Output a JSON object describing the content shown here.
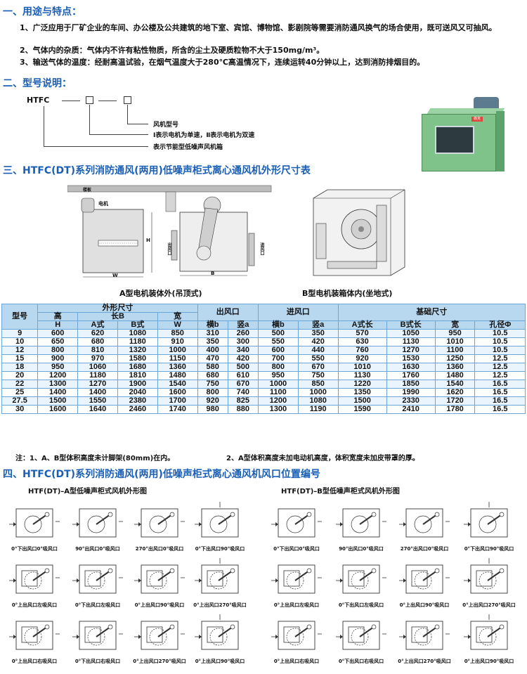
{
  "section1": {
    "title": "一、用途与特点：",
    "p1": "1、广泛应用于厂矿企业的车间、办公楼及公共建筑的地下室、宾馆、博物馆、影剧院等需要消防通风换气的场合使用，既可送风又可抽风。",
    "p2": "2、气体内的杂质：气体内不许有粘性物质，所含的尘土及硬质粒物不大于150mg/m³。",
    "p3": "3、输送气体的温度：经耐高温试验，在烟气温度大于280℃高温情况下，连续运转40分钟以上，达到消防排烟目的。"
  },
  "section2": {
    "title": "二、型号说明：",
    "code": "HTFC",
    "legend": [
      "风机型号",
      "Ⅰ表示电机为单速，Ⅱ表示电机为双速",
      "表示节能型低噪声风机箱"
    ]
  },
  "photo": {
    "label": "森克"
  },
  "section3": {
    "title": "三、HTFC(DT)系列消防通风(两用)低噪声柜式离心通风机外形尺寸表",
    "diagramA": {
      "ceiling": "楼板",
      "motor": "电机",
      "outlet": "出风口",
      "inlet": "进风口",
      "h": "H",
      "w": "W",
      "b": "B",
      "caption": "A型电机装体外(吊顶式)"
    },
    "diagramB": {
      "caption": "B型电机装箱体内(坐地式)"
    }
  },
  "table": {
    "h_model": "型号",
    "h_dims": "外形尺寸",
    "h_outlet": "出风口",
    "h_inlet": "进风口",
    "h_base": "基础尺寸",
    "h_high": "高",
    "h_long": "长B",
    "h_wide": "宽",
    "h_H": "H",
    "h_A": "A式",
    "h_B": "B式",
    "h_W": "W",
    "h_ob": "横b",
    "h_oa": "竖a",
    "h_ib": "横b",
    "h_ia": "竖a",
    "h_ba": "A式长",
    "h_bb": "B式长",
    "h_bw": "宽",
    "h_hole": "孔径Φ",
    "rows": [
      [
        "9",
        "600",
        "620",
        "1080",
        "850",
        "310",
        "260",
        "500",
        "350",
        "570",
        "1050",
        "950",
        "10.5"
      ],
      [
        "10",
        "650",
        "680",
        "1180",
        "910",
        "350",
        "300",
        "550",
        "420",
        "630",
        "1130",
        "1010",
        "10.5"
      ],
      [
        "12",
        "800",
        "810",
        "1320",
        "1000",
        "400",
        "340",
        "600",
        "440",
        "760",
        "1270",
        "1100",
        "10.5"
      ],
      [
        "15",
        "900",
        "970",
        "1580",
        "1150",
        "470",
        "420",
        "700",
        "550",
        "920",
        "1530",
        "1250",
        "12.5"
      ],
      [
        "18",
        "950",
        "1060",
        "1680",
        "1360",
        "580",
        "500",
        "800",
        "670",
        "1010",
        "1630",
        "1360",
        "12.5"
      ],
      [
        "20",
        "1200",
        "1180",
        "1810",
        "1480",
        "680",
        "610",
        "950",
        "750",
        "1130",
        "1760",
        "1480",
        "12.5"
      ],
      [
        "22",
        "1300",
        "1270",
        "1900",
        "1540",
        "750",
        "670",
        "1000",
        "850",
        "1220",
        "1850",
        "1540",
        "16.5"
      ],
      [
        "25",
        "1400",
        "1400",
        "2040",
        "1600",
        "800",
        "740",
        "1100",
        "1000",
        "1350",
        "1990",
        "1620",
        "16.5"
      ],
      [
        "27.5",
        "1500",
        "1550",
        "2380",
        "1700",
        "920",
        "825",
        "1200",
        "1080",
        "1500",
        "2330",
        "1720",
        "16.5"
      ],
      [
        "30",
        "1600",
        "1640",
        "2460",
        "1740",
        "980",
        "880",
        "1300",
        "1190",
        "1590",
        "2410",
        "1780",
        "16.5"
      ]
    ]
  },
  "notes": {
    "n1": "注：1、A、B型体积高度未计脚架(80mm)在内。",
    "n2": "2、A型体积高度未加电动机高度，体积宽度未加皮带罩的厚。"
  },
  "section4": {
    "title": "四、HTFC(DT)系列消防通风(两用)低噪声柜式离心通风机风口位置编号",
    "leftTitle": "HTF(DT)–A型低噪声柜式风机外形图",
    "rightTitle": "HTF(DT)–B型低噪声柜式风机外形图",
    "leftLabels": [
      [
        "0°下出风口0°吸风口",
        "90°出风口0°吸风口",
        "270°出风口0°吸风口",
        "0°下出风口90°吸风口"
      ],
      [
        "0°上出风口左吸风口",
        "0°下出风口左吸风口",
        "0°上出风口90°吸风口",
        "0°上出风口270°吸风口"
      ],
      [
        "0°上出风口右吸风口",
        "0°下出风口右吸风口",
        "0°上出风口270°吸风口",
        "0°上出风口90°吸风口"
      ]
    ],
    "rightLabels": [
      [
        "0°下出风口0°吸风口",
        "90°出风口0°吸风口",
        "270°出风口0°吸风口",
        "0°下出风口90°吸风口"
      ],
      [
        "0°上出风口左吸风口",
        "0°下出风口左吸风口",
        "0°上出风口90°吸风口",
        "0°上出风口270°吸风口"
      ],
      [
        "0°上出风口右吸风口",
        "0°下出风口右吸风口",
        "0°上出风口270°吸风口",
        "0°上出风口90°吸风口"
      ]
    ]
  }
}
